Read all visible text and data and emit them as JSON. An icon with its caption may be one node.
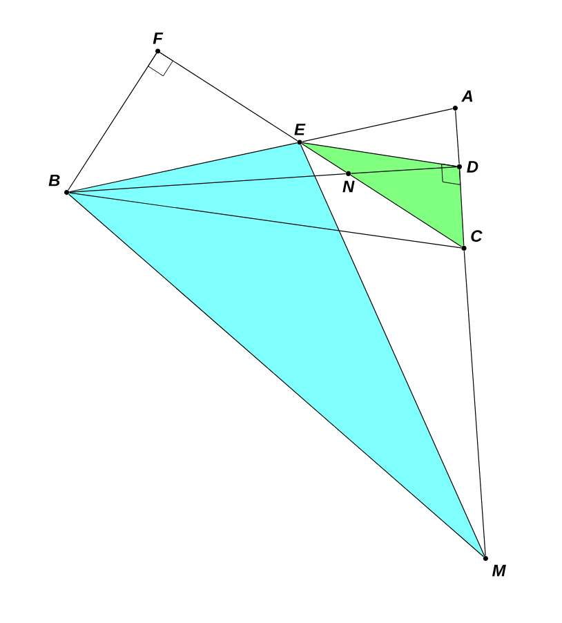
{
  "diagram": {
    "nodes": [
      {
        "text": [
          "F"
        ]
      },
      {
        "text": [
          "A"
        ]
      },
      {
        "text": [
          "E"
        ]
      },
      {
        "text": [
          "B"
        ]
      },
      {
        "text": [
          "D"
        ]
      },
      {
        "text": [
          "N"
        ]
      },
      {
        "text": [
          "C"
        ]
      },
      {
        "text": [
          "M"
        ]
      }
    ],
    "edges": [
      {
        "from": 0,
        "to": 3,
        "arrow": "none"
      },
      {
        "from": 0,
        "to": 2,
        "arrow": "none"
      },
      {
        "from": 2,
        "to": 5,
        "arrow": "none"
      },
      {
        "from": 5,
        "to": 6,
        "arrow": "none"
      },
      {
        "from": 3,
        "to": 2,
        "arrow": "none"
      },
      {
        "from": 2,
        "to": 1,
        "arrow": "none"
      },
      {
        "from": 1,
        "to": 4,
        "arrow": "none"
      },
      {
        "from": 4,
        "to": 6,
        "arrow": "none"
      },
      {
        "from": 6,
        "to": 7,
        "arrow": "none"
      },
      {
        "from": 3,
        "to": 5,
        "arrow": "none"
      },
      {
        "from": 5,
        "to": 4,
        "arrow": "none"
      },
      {
        "from": 3,
        "to": 6,
        "arrow": "none"
      },
      {
        "from": 3,
        "to": 7,
        "arrow": "none"
      },
      {
        "from": 2,
        "to": 7,
        "arrow": "none"
      },
      {
        "from": 2,
        "to": 4,
        "arrow": "none"
      }
    ]
  }
}
